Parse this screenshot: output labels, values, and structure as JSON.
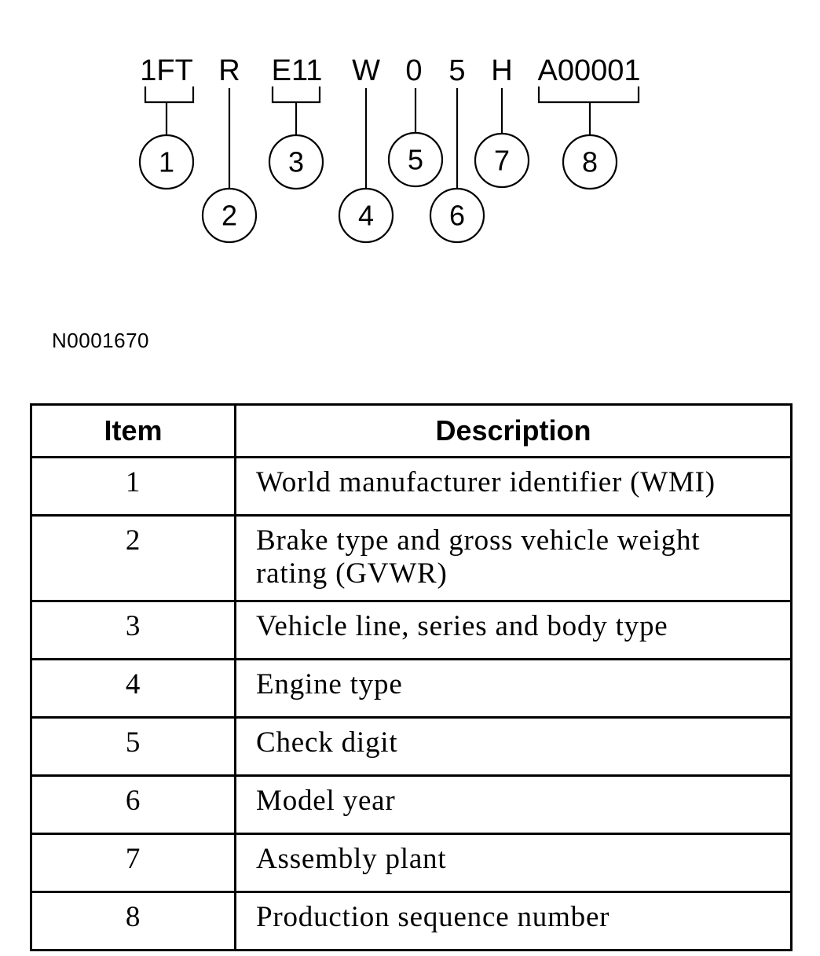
{
  "vin_segments": [
    "1FT",
    "R",
    "E11",
    "W",
    "0",
    "5",
    "H",
    "A00001"
  ],
  "callouts": [
    "1",
    "2",
    "3",
    "4",
    "5",
    "6",
    "7",
    "8"
  ],
  "figure_id": "N0001670",
  "table": {
    "headers": {
      "item": "Item",
      "description": "Description"
    },
    "rows": [
      {
        "item": "1",
        "description": "World manufacturer identifier (WMI)"
      },
      {
        "item": "2",
        "description": "Brake type and gross vehicle weight rating (GVWR)"
      },
      {
        "item": "3",
        "description": "Vehicle line, series and body type"
      },
      {
        "item": "4",
        "description": "Engine type"
      },
      {
        "item": "5",
        "description": "Check digit"
      },
      {
        "item": "6",
        "description": "Model year"
      },
      {
        "item": "7",
        "description": "Assembly plant"
      },
      {
        "item": "8",
        "description": "Production sequence number"
      }
    ]
  }
}
